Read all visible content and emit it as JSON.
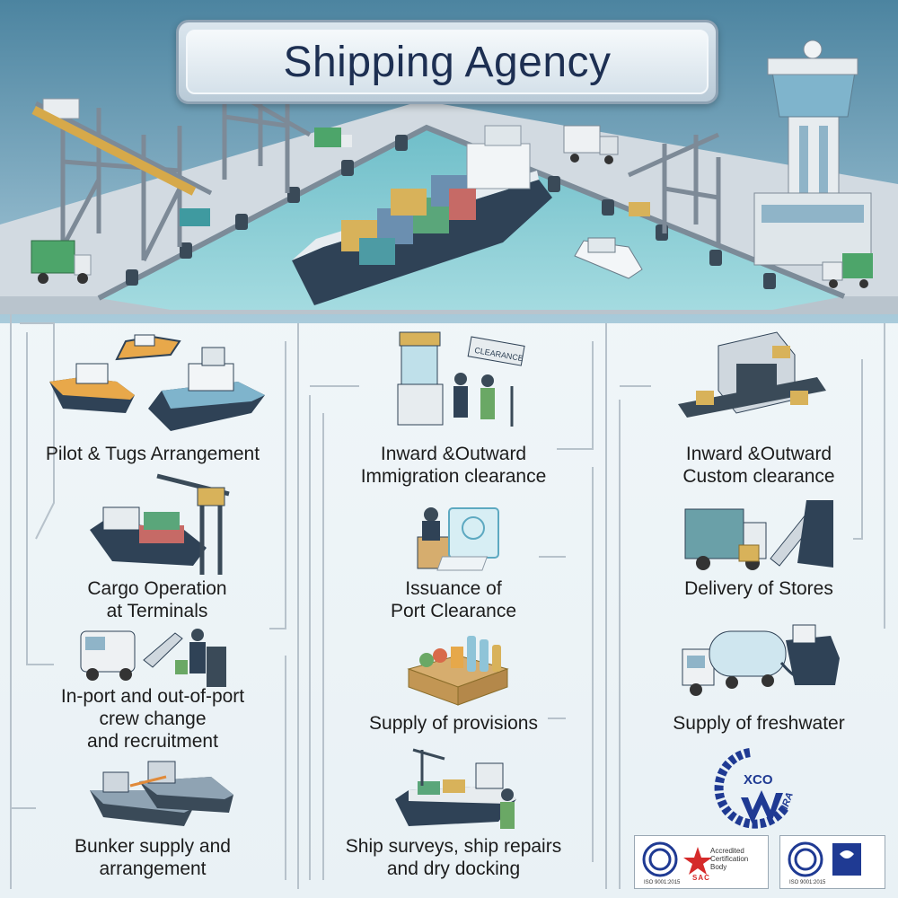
{
  "title": "Shipping Agency",
  "services": [
    {
      "id": "pilot-tugs",
      "lines": [
        "Pilot & Tugs Arrangement"
      ]
    },
    {
      "id": "immigration",
      "lines": [
        "Inward &Outward",
        "Immigration clearance"
      ]
    },
    {
      "id": "customs",
      "lines": [
        "Inward &Outward",
        "Custom clearance"
      ]
    },
    {
      "id": "cargo",
      "lines": [
        "Cargo Operation",
        "at Terminals"
      ]
    },
    {
      "id": "port-clearance",
      "lines": [
        "Issuance of",
        "Port Clearance"
      ]
    },
    {
      "id": "stores",
      "lines": [
        "Delivery of Stores"
      ]
    },
    {
      "id": "crew",
      "lines": [
        "In-port and out-of-port",
        "crew change",
        "and recruitment"
      ]
    },
    {
      "id": "provisions",
      "lines": [
        "Supply of provisions"
      ]
    },
    {
      "id": "freshwater",
      "lines": [
        "Supply of freshwater"
      ]
    },
    {
      "id": "bunker",
      "lines": [
        "Bunker supply and",
        "arrangement"
      ]
    },
    {
      "id": "surveys",
      "lines": [
        "Ship surveys, ship repairs",
        "and dry docking"
      ]
    }
  ],
  "sign_clearance": "CLEARANCE",
  "logo": {
    "text": "XCO",
    "side_text": "IRA"
  },
  "certifications": {
    "sac_line1": "Accredited",
    "sac_line2": "Certification",
    "sac_line3": "Body",
    "sac_label": "SAC",
    "cert_no_left": "ISO 9001:2015",
    "cert_no_right": "ISO 9001:2015"
  },
  "colors": {
    "title_text": "#1d2f52",
    "water": "#7fc5cf",
    "dock": "#cdd6de",
    "ship_hull": "#2f4256",
    "logo_blue": "#1f3a93",
    "sac_red": "#d52a2a"
  }
}
